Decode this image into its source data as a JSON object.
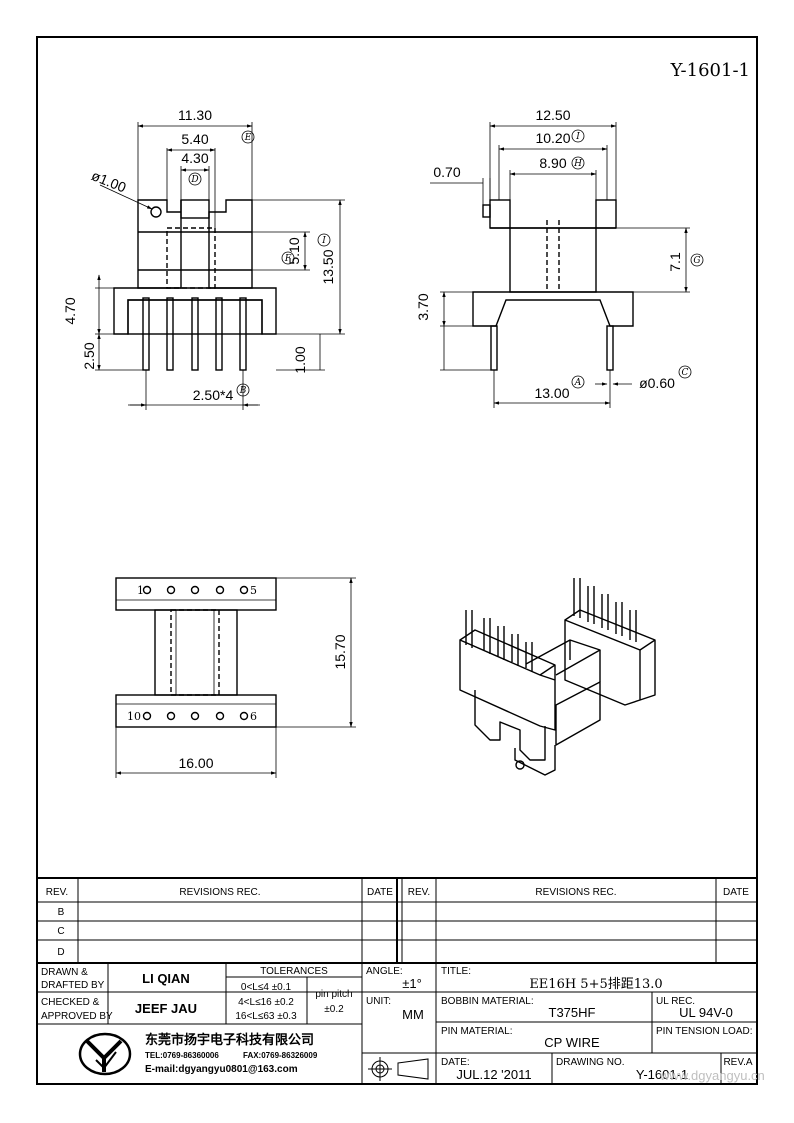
{
  "drawing_number_top": "Y-1601-1",
  "front_view": {
    "dim_width_total": "11.30",
    "dim_mid": "5.40",
    "mark_E": "E",
    "dim_inner": "4.30",
    "mark_D": "D",
    "dim_hole": "ø1.00",
    "dim_height_total": "13.50",
    "mark_I": "I",
    "dim_window": "5.10",
    "mark_F": "F",
    "dim_base": "4.70",
    "dim_pin_len": "2.50",
    "dim_standoff": "1.00",
    "dim_pitch": "2.50*4",
    "mark_B": "B"
  },
  "side_view": {
    "dim_width_total": "12.50",
    "dim_mid": "10.20",
    "mark_I": "I",
    "dim_inner": "8.90",
    "mark_H": "H",
    "dim_step": "0.70",
    "dim_height": "7.1",
    "mark_G": "G",
    "dim_base": "3.70",
    "dim_row_span": "13.00",
    "mark_A": "A",
    "dim_pin_dia": "ø0.60",
    "mark_C": "C"
  },
  "bottom_view": {
    "pin_label_1": "1",
    "pin_label_5": "5",
    "pin_label_10": "10",
    "pin_label_6": "6",
    "dim_height": "15.70",
    "dim_width": "16.00"
  },
  "title_block": {
    "rev_header": "REV.",
    "revisions_header": "REVISIONS  REC.",
    "date_header": "DATE",
    "rev_b": "B",
    "rev_c": "C",
    "rev_d": "D",
    "drawn_label_1": "DRAWN &",
    "drawn_label_2": "DRAFTED BY",
    "drawn_name": "LI QIAN",
    "checked_label_1": "CHECKED &",
    "checked_label_2": "APPROVED BY",
    "checked_name": "JEEF JAU",
    "tolerances_header": "TOLERANCES",
    "tol_1": "0<L≤4  ±0.1",
    "tol_2": "4<L≤16  ±0.2",
    "tol_3": "16<L≤63  ±0.3",
    "pin_pitch_label": "pin pitch",
    "pin_pitch_value": "±0.2",
    "angle_label": "ANGLE:",
    "angle_value": "±1°",
    "unit_label": "UNIT:",
    "unit_value": "MM",
    "title_label": "TITLE:",
    "title_value": "EE16H 5+5排距13.0",
    "bobbin_label": "BOBBIN MATERIAL:",
    "bobbin_value": "T375HF",
    "ul_label": "UL REC.",
    "ul_value": "UL 94V-0",
    "pin_material_label": "PIN MATERIAL:",
    "pin_material_value": "CP WIRE",
    "pin_tension_label": "PIN TENSION LOAD:",
    "date_label": "DATE:",
    "date_value": "JUL.12 '2011",
    "drawing_no_label": "DRAWING NO.",
    "drawing_no_value": "Y-1601-1",
    "rev_a_label": "REV.A",
    "company_name": "东莞市扬宇电子科技有限公司",
    "tel": "TEL:0769-86360006",
    "fax": "FAX:0769-86326009",
    "email": "E-mail:dgyangyu0801@163.com",
    "watermark": "www.dgyangyu.cn"
  }
}
